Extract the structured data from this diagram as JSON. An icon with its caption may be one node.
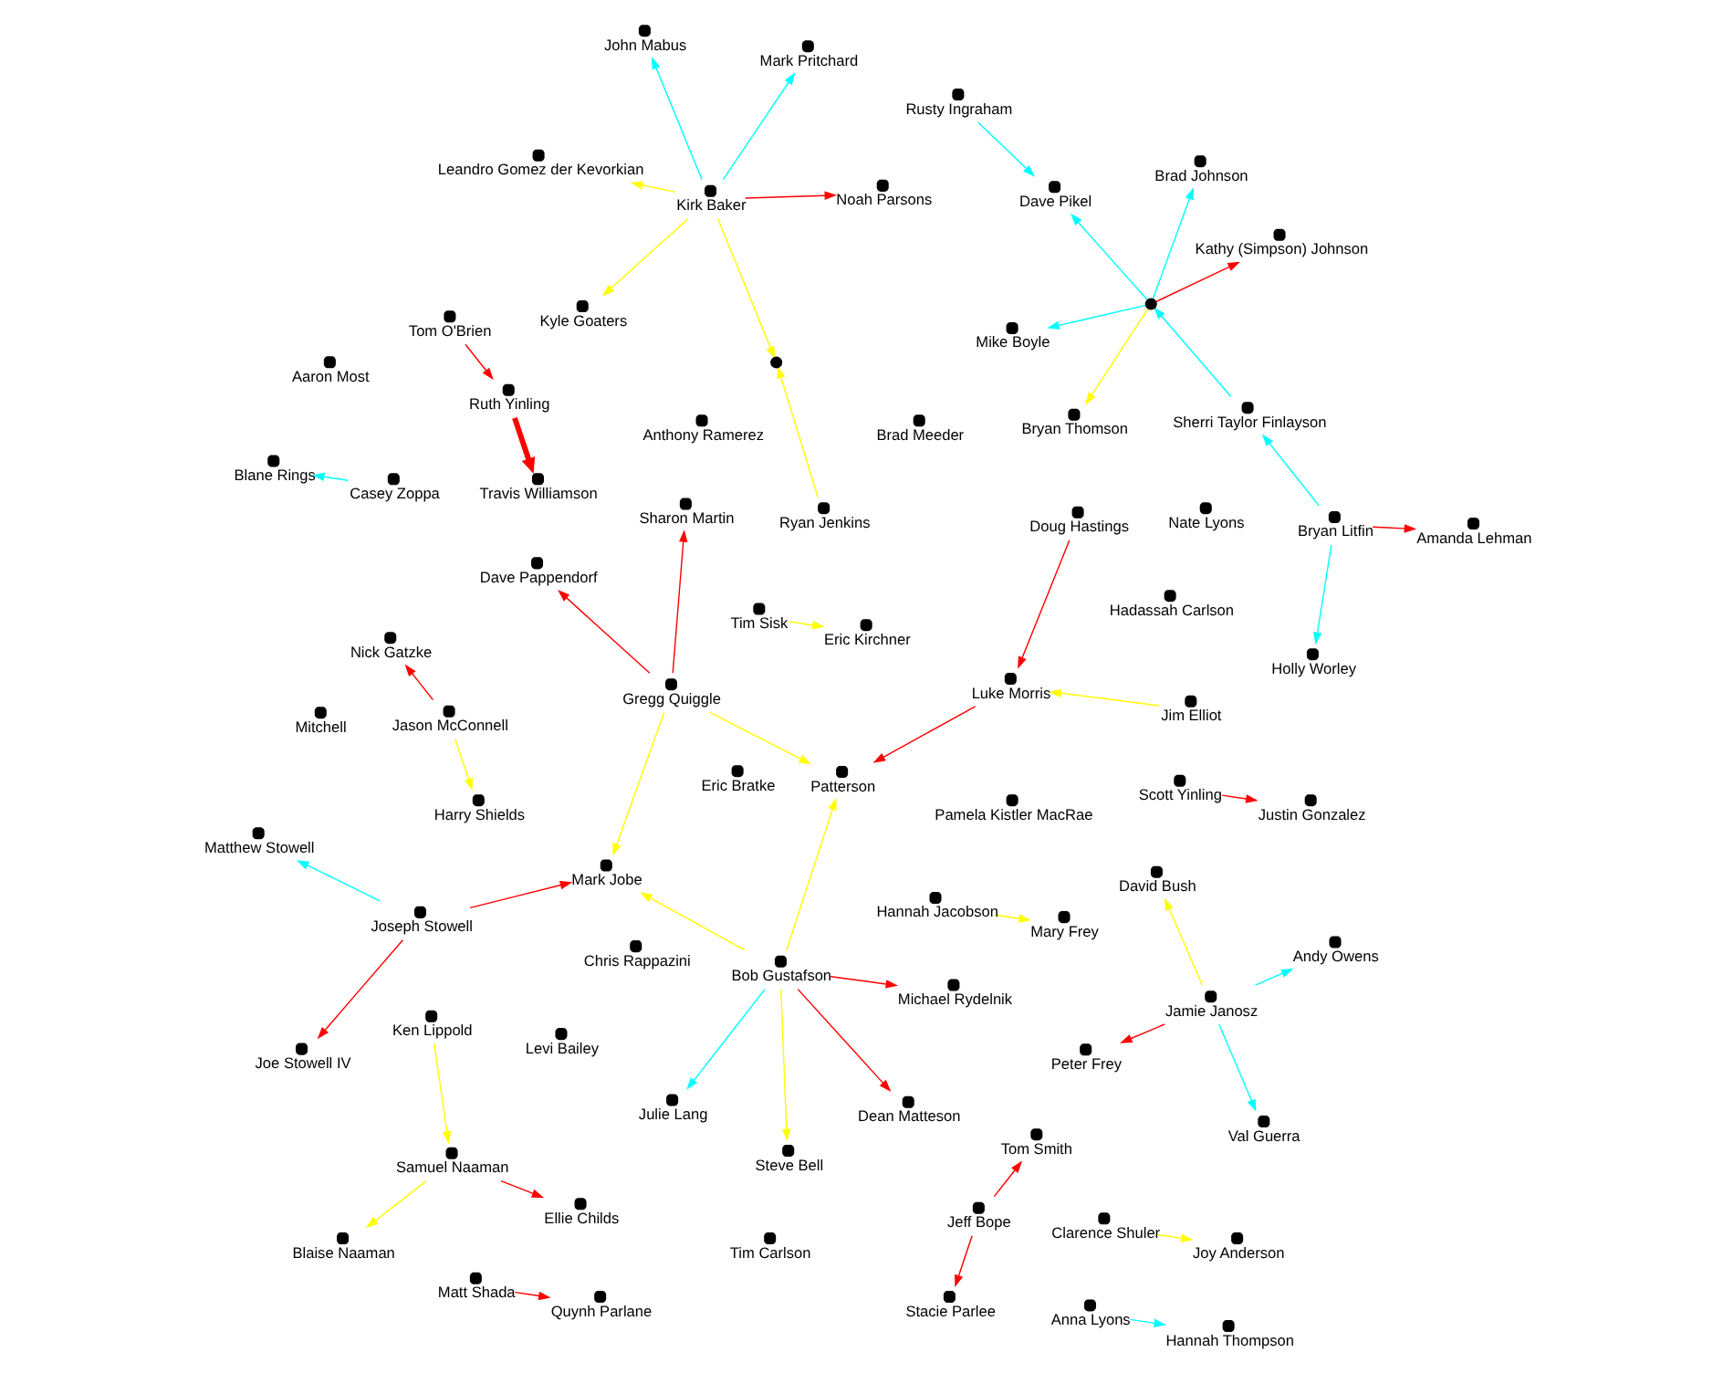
{
  "diagram": {
    "nodes": [
      {
        "text": [
          "Dave Pappendorf"
        ]
      },
      {
        "text": [
          "Sharon Martin"
        ]
      },
      {
        "text": [
          "Gregg Quiggle"
        ]
      },
      {
        "text": [
          "Matthew Stowell"
        ]
      },
      {
        "text": [
          "Joseph Stowell"
        ]
      },
      {
        "text": [
          "Joe Stowell IV"
        ]
      },
      {
        "text": [
          "Mark Jobe"
        ]
      },
      {
        "text": [
          "Patterson"
        ]
      },
      {
        "text": [
          "Bob Gustafson"
        ]
      },
      {
        "text": [
          "Steve Bell"
        ]
      },
      {
        "text": [
          "Julie Lang"
        ]
      },
      {
        "text": [
          "Michael Rydelnik"
        ]
      },
      {
        "text": [
          "Dean Matteson"
        ]
      },
      {
        "text": [
          "Blane Rings"
        ]
      },
      {
        "text": [
          "Casey Zoppa"
        ]
      },
      {
        "text": [
          "Jim Elliot"
        ]
      },
      {
        "text": [
          "Doug Hastings"
        ]
      },
      {
        "text": [
          "Luke Morris"
        ]
      },
      {
        "text": [
          "Tom O'Brien"
        ]
      },
      {
        "text": [
          "Brad Meeder"
        ]
      },
      {
        "text": [
          "Ruth Yinling"
        ]
      },
      {
        "text": [
          "Travis Williamson"
        ]
      },
      {
        "text": [
          "Matt Shada"
        ]
      },
      {
        "text": [
          "Quynh Parlane"
        ]
      },
      {
        "text": [
          "Scott Yinling"
        ]
      },
      {
        "text": [
          "Justin Gonzalez"
        ]
      },
      {
        "text": [
          "Blaise Naaman"
        ]
      },
      {
        "text": [
          "Ellie Childs"
        ]
      },
      {
        "text": [
          "Samuel Naaman"
        ]
      },
      {
        "text": [
          "Ken Lippold"
        ]
      },
      {
        "text": [
          "Tim Sisk"
        ]
      },
      {
        "text": [
          "Eric Kirchner"
        ]
      },
      {
        "text": [
          "Eric Bratke"
        ]
      },
      {
        "text": [
          "Pamela Kistler MacRae"
        ]
      },
      {
        "text": [
          "Rusty Ingraham"
        ]
      },
      {
        "text": [
          "Tim Carlson"
        ]
      },
      {
        "text": [
          "Dave Pikel"
        ]
      },
      {
        "text": [],
        "shape": "circle"
      },
      {
        "text": [
          "Brad Johnson"
        ]
      },
      {
        "text": [
          "Chris Rappazini"
        ]
      },
      {
        "text": [
          "Kathy (Simpson) Johnson"
        ]
      },
      {
        "text": [
          "Mike Boyle"
        ]
      },
      {
        "text": [
          "Bryan Thomson"
        ]
      },
      {
        "text": [
          "Sherri Taylor Finlayson"
        ]
      },
      {
        "text": [
          "Bryan Litfin"
        ]
      },
      {
        "text": [
          "Amanda Lehman"
        ]
      },
      {
        "text": [
          "Holly Worley"
        ]
      },
      {
        "text": [
          "Leandro Gomez der Kevorkian"
        ]
      },
      {
        "text": [
          "Hadassah Carlson"
        ]
      },
      {
        "text": [
          "Levi Bailey"
        ]
      },
      {
        "text": [
          "Noah Parsons"
        ]
      },
      {
        "text": [
          "Kyle Goaters"
        ]
      },
      {
        "text": [
          "Kirk Baker"
        ]
      },
      {
        "text": [
          "Mark Pritchard"
        ]
      },
      {
        "text": [
          "John Mabus"
        ]
      },
      {
        "text": [
          "Nick Gatzke"
        ]
      },
      {
        "text": [
          "Jason McConnell"
        ]
      },
      {
        "text": [
          "Harry Shields"
        ]
      },
      {
        "text": [
          "Jeff Bope"
        ]
      },
      {
        "text": [
          "Tom Smith"
        ]
      },
      {
        "text": [
          "Stacie Parlee"
        ]
      },
      {
        "text": [
          "Clarence Shuler"
        ]
      },
      {
        "text": [
          "Joy Anderson"
        ]
      },
      {
        "text": [
          "Ryan Jenkins"
        ]
      },
      {
        "text": [
          "Mitchell"
        ]
      },
      {
        "text": [
          "Anthony Ramerez"
        ]
      },
      {
        "text": [
          "Nate Lyons"
        ]
      },
      {
        "text": [
          "Anna Lyons"
        ]
      },
      {
        "text": [
          "Hannah Jacobson"
        ]
      },
      {
        "text": [
          "Hannah Thompson"
        ]
      },
      {
        "text": [
          "Aaron Most"
        ]
      },
      {
        "text": [
          "Mary Frey"
        ]
      },
      {
        "text": [
          "Peter Frey"
        ]
      },
      {
        "text": [
          "Jamie Janosz"
        ]
      },
      {
        "text": [
          "Val Guerra"
        ]
      },
      {
        "text": [
          "David Bush"
        ]
      },
      {
        "text": [
          "Andy Owens"
        ]
      },
      {
        "text": [],
        "shape": "circle"
      }
    ],
    "edges": [
      {
        "from": 2,
        "to": 0,
        "arrow": "to"
      },
      {
        "from": 2,
        "to": 1,
        "arrow": "to"
      },
      {
        "from": 2,
        "to": 6,
        "arrow": "to",
        "color": "#ffff00"
      },
      {
        "from": 2,
        "to": 7,
        "arrow": "to",
        "color": "#ffff00"
      },
      {
        "from": 4,
        "to": 3,
        "arrow": "to",
        "color": "#00ffff"
      },
      {
        "from": 4,
        "to": 5,
        "arrow": "to"
      },
      {
        "from": 4,
        "to": 6,
        "arrow": "to"
      },
      {
        "from": 8,
        "to": 6,
        "arrow": "to",
        "color": "#ffff00"
      },
      {
        "from": 8,
        "to": 7,
        "arrow": "to",
        "color": "#ffff00"
      },
      {
        "from": 8,
        "to": 9,
        "arrow": "to",
        "color": "#ffff00"
      },
      {
        "from": 8,
        "to": 10,
        "arrow": "to",
        "color": "#00ffff"
      },
      {
        "from": 8,
        "to": 11,
        "arrow": "to"
      },
      {
        "from": 8,
        "to": 12,
        "arrow": "to"
      },
      {
        "from": 14,
        "to": 13,
        "arrow": "to",
        "color": "#00ffff"
      },
      {
        "from": 15,
        "to": 17,
        "arrow": "to",
        "color": "#ffff00"
      },
      {
        "from": 16,
        "to": 17,
        "arrow": "to"
      },
      {
        "from": 17,
        "to": 7,
        "arrow": "to"
      },
      {
        "from": 18,
        "to": 20,
        "arrow": "to"
      },
      {
        "from": 20,
        "to": 21,
        "arrow": "to",
        "style": "thick"
      },
      {
        "from": 22,
        "to": 23,
        "arrow": "to"
      },
      {
        "from": 24,
        "to": 25,
        "arrow": "to"
      },
      {
        "from": 28,
        "to": 26,
        "arrow": "to",
        "color": "#ffff00"
      },
      {
        "from": 28,
        "to": 27,
        "arrow": "to"
      },
      {
        "from": 29,
        "to": 28,
        "arrow": "to",
        "color": "#ffff00"
      },
      {
        "from": 30,
        "to": 31,
        "arrow": "to",
        "color": "#ffff00"
      },
      {
        "from": 34,
        "to": 36,
        "arrow": "to",
        "color": "#00ffff"
      },
      {
        "from": 37,
        "to": 36,
        "arrow": "to",
        "color": "#00ffff"
      },
      {
        "from": 37,
        "to": 38,
        "arrow": "to",
        "color": "#00ffff"
      },
      {
        "from": 37,
        "to": 40,
        "arrow": "to"
      },
      {
        "from": 37,
        "to": 42,
        "arrow": "to",
        "color": "#ffff00"
      },
      {
        "from": 37,
        "to": 41,
        "arrow": "to",
        "color": "#00ffff"
      },
      {
        "from": 43,
        "to": 37,
        "arrow": "to",
        "color": "#00ffff"
      },
      {
        "from": 44,
        "to": 43,
        "arrow": "to",
        "color": "#00ffff"
      },
      {
        "from": 44,
        "to": 45,
        "arrow": "to"
      },
      {
        "from": 44,
        "to": 46,
        "arrow": "to",
        "color": "#00ffff"
      },
      {
        "from": 52,
        "to": 50,
        "arrow": "to"
      },
      {
        "from": 52,
        "to": 51,
        "arrow": "to",
        "color": "#ffff00"
      },
      {
        "from": 52,
        "to": 47,
        "arrow": "to",
        "color": "#ffff00"
      },
      {
        "from": 52,
        "to": 54,
        "arrow": "to",
        "color": "#00ffff"
      },
      {
        "from": 52,
        "to": 53,
        "arrow": "to",
        "color": "#00ffff"
      },
      {
        "from": 52,
        "to": 77,
        "arrow": "to",
        "color": "#ffff00"
      },
      {
        "from": 56,
        "to": 57,
        "arrow": "to",
        "color": "#ffff00"
      },
      {
        "from": 56,
        "to": 55,
        "arrow": "to"
      },
      {
        "from": 58,
        "to": 59,
        "arrow": "to"
      },
      {
        "from": 58,
        "to": 60,
        "arrow": "to"
      },
      {
        "from": 63,
        "to": 77,
        "arrow": "to",
        "color": "#ffff00"
      },
      {
        "from": 61,
        "to": 62,
        "arrow": "to",
        "color": "#ffff00"
      },
      {
        "from": 68,
        "to": 71,
        "arrow": "to",
        "color": "#ffff00"
      },
      {
        "from": 67,
        "to": 69,
        "arrow": "to",
        "color": "#00ffff"
      },
      {
        "from": 73,
        "to": 72,
        "arrow": "to"
      },
      {
        "from": 73,
        "to": 74,
        "arrow": "to",
        "color": "#00ffff"
      },
      {
        "from": 73,
        "to": 75,
        "arrow": "to",
        "color": "#ffff00"
      },
      {
        "from": 73,
        "to": 76,
        "arrow": "to",
        "color": "#00ffff"
      }
    ]
  }
}
